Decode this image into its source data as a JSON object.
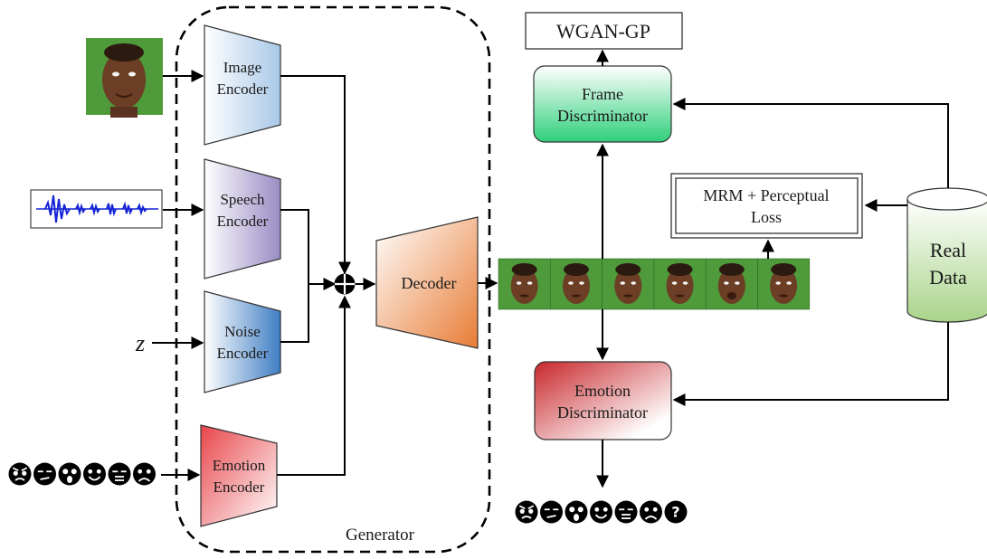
{
  "generator": {
    "label": "Generator",
    "encoders": [
      {
        "line1": "Image",
        "line2": "Encoder"
      },
      {
        "line1": "Speech",
        "line2": "Encoder"
      },
      {
        "line1": "Noise",
        "line2": "Encoder"
      },
      {
        "line1": "Emotion",
        "line2": "Encoder"
      }
    ],
    "noise_symbol": "z",
    "decoder": "Decoder"
  },
  "wgan": "WGAN-GP",
  "frame_discriminator": {
    "line1": "Frame",
    "line2": "Discriminator"
  },
  "emotion_discriminator": {
    "line1": "Emotion",
    "line2": "Discriminator"
  },
  "loss": {
    "line1": "MRM + Perceptual",
    "line2": "Loss"
  },
  "real_data": {
    "line1": "Real",
    "line2": "Data"
  },
  "colors": {
    "image_encoder": "#a9c8e8",
    "speech_encoder": "#9a8cc4",
    "noise_encoder": "#3f7ec4",
    "emotion_encoder": "#e8454a",
    "decoder": "#e87c35",
    "frame_discriminator": "#2fd07a",
    "emotion_discriminator": "#c8262b",
    "real_data": "#a9d48a",
    "waveform": "#1525d6",
    "face_background": "#4f9a3a"
  },
  "emotion_inputs": [
    "angry",
    "disgust",
    "fear",
    "happy",
    "neutral",
    "sad"
  ],
  "emotion_outputs": [
    "angry",
    "disgust",
    "fear",
    "happy",
    "neutral",
    "sad",
    "unknown"
  ]
}
